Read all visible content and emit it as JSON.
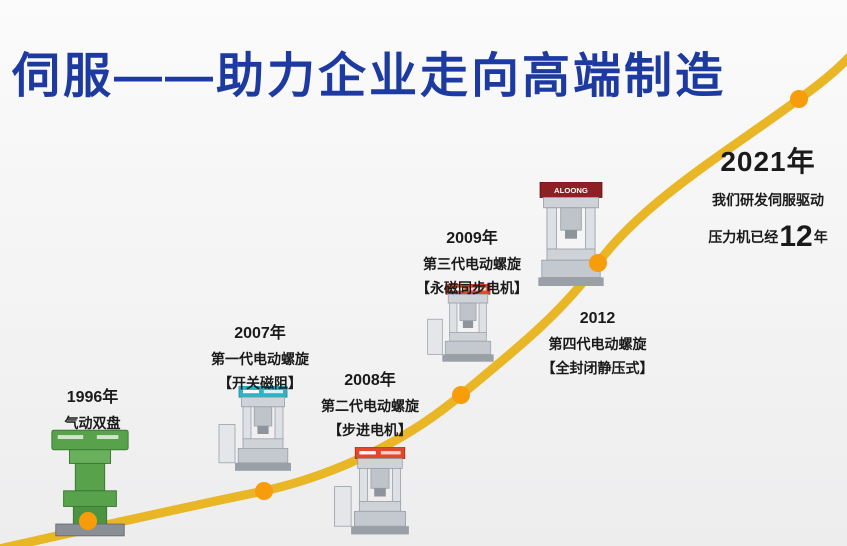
{
  "title": "伺服——助力企业走向高端制造",
  "timeline": {
    "milestones": [
      {
        "year": "1996年",
        "name": "气动双盘",
        "spec": ""
      },
      {
        "year": "2007年",
        "name": "第一代电动螺旋",
        "spec": "【开关磁阻】"
      },
      {
        "year": "2008年",
        "name": "第二代电动螺旋",
        "spec": "【步进电机】"
      },
      {
        "year": "2009年",
        "name": "第三代电动螺旋",
        "spec": "【永磁同步电机】"
      },
      {
        "year": "2012",
        "name": "第四代电动螺旋",
        "spec": "【全封闭静压式】"
      },
      {
        "year": "2021年",
        "line1": "我们研发伺服驱动",
        "line2_prefix": "压力机已经",
        "line2_big": "12",
        "line2_suffix": "年"
      }
    ],
    "machine_brand": "ALOONG"
  },
  "colors": {
    "title_blue": "#1d3aa0",
    "curve_gold": "#e9b626",
    "dot_orange": "#f79d0c",
    "machine_green": "#57a24b",
    "machine_teal": "#2ab5c9",
    "machine_orange": "#e0492a",
    "machine_darkred": "#8e1f24"
  }
}
